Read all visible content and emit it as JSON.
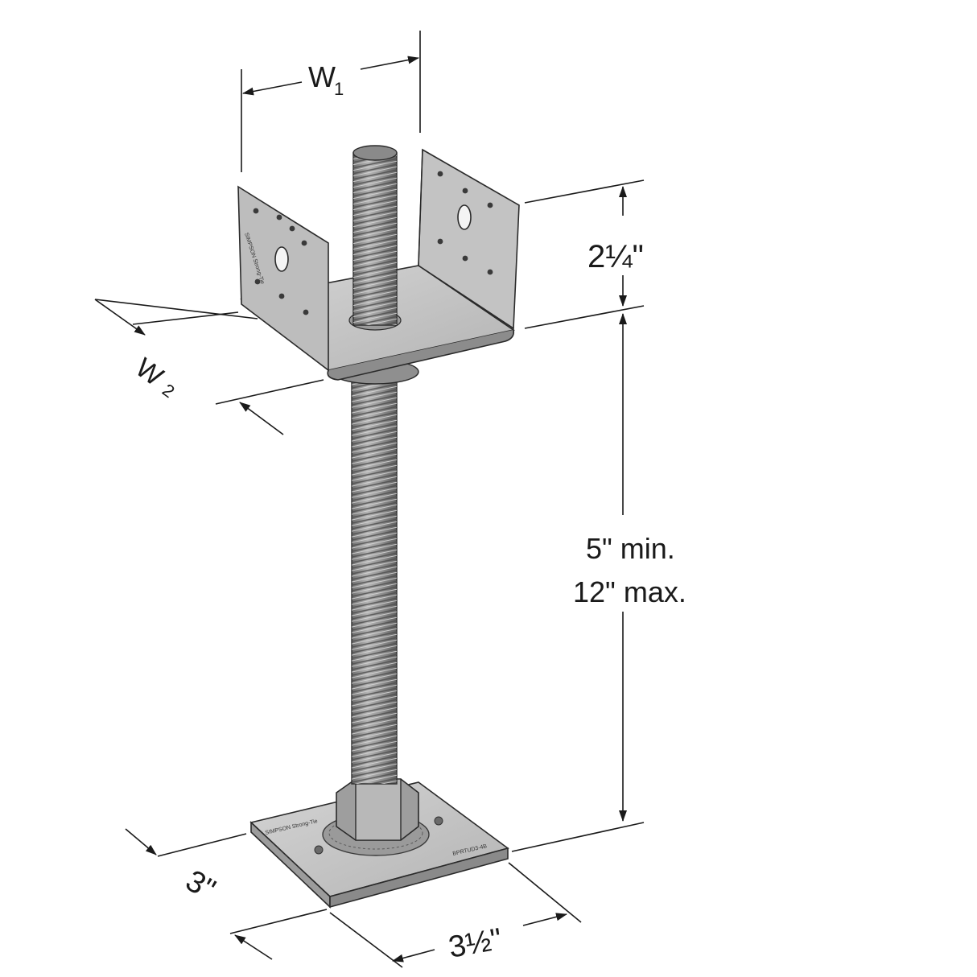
{
  "diagram": {
    "labels": {
      "w1": "W",
      "w1_sub": "1",
      "w2": "W",
      "w2_sub": "2",
      "height_top": "2¼\"",
      "height_rod_line1": "5\" min.",
      "height_rod_line2": "12\" max.",
      "base_depth": "3\"",
      "base_width": "3½\""
    },
    "stamps": {
      "left_plate": "SIMPSON Strong-Tie",
      "base_brand": "SIMPSON Strong-Tie",
      "base_model": "BPRTUD3-4B"
    },
    "colors": {
      "metal_light": "#c9c9c9",
      "metal_mid": "#a8a8a8",
      "metal_dark": "#7a7a7a",
      "line": "#1a1a1a"
    }
  }
}
